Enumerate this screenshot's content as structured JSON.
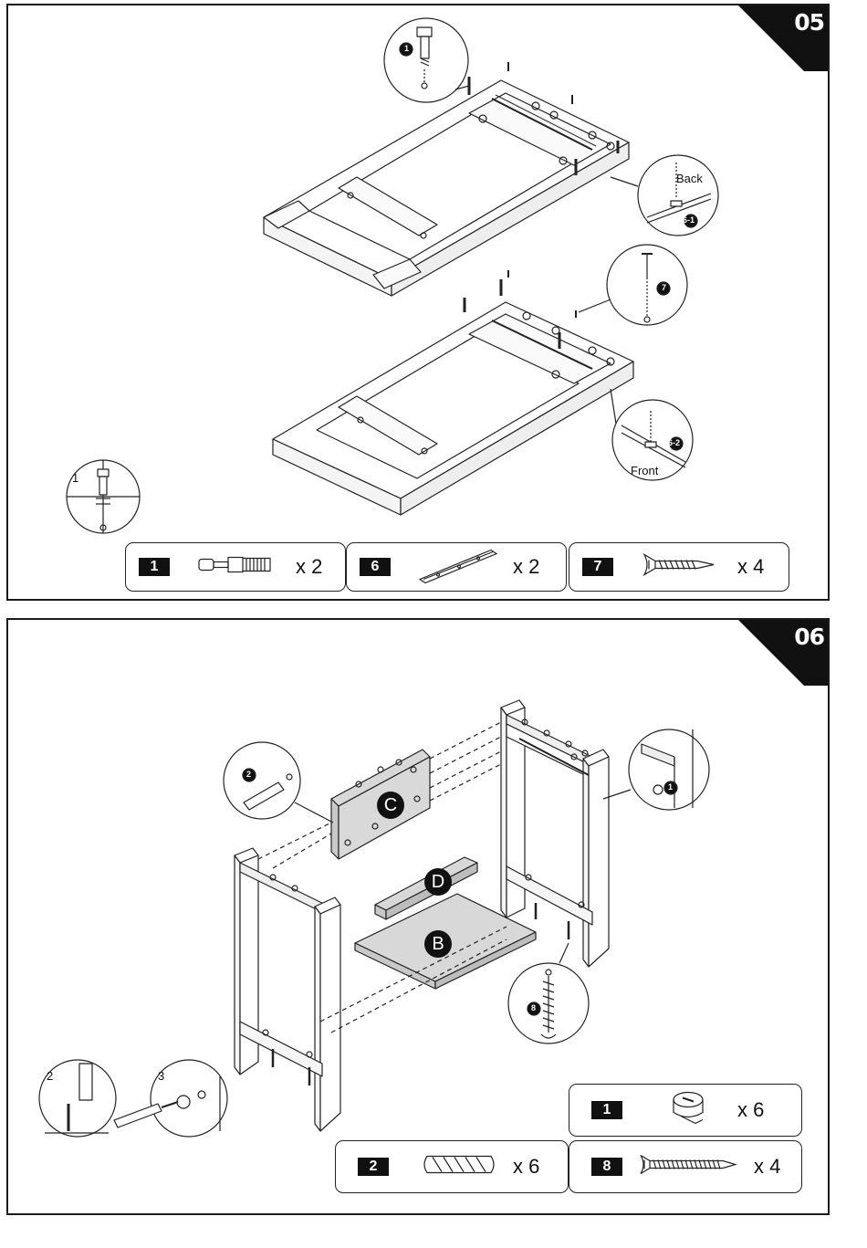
{
  "steps": [
    {
      "number": "05",
      "callouts": {
        "back": "Back",
        "front": "Front",
        "sub1": "1",
        "sub61": "6-1",
        "sub62": "6-2",
        "tag1": "1",
        "tag7": "7"
      },
      "parts": [
        {
          "id": "1",
          "icon": "cam-bolt-icon",
          "qty": "x 2"
        },
        {
          "id": "6",
          "icon": "metal-bracket-icon",
          "qty": "x 2"
        },
        {
          "id": "7",
          "icon": "wood-screw-icon",
          "qty": "x 4"
        }
      ]
    },
    {
      "number": "06",
      "labels": {
        "panel_c": "C",
        "panel_d": "D",
        "panel_b": "B",
        "sub2": "2",
        "sub3": "3",
        "tag1": "1",
        "tag2": "2",
        "tag8": "8"
      },
      "parts": [
        {
          "id": "1",
          "icon": "cam-lock-icon",
          "qty": "x 6"
        },
        {
          "id": "2",
          "icon": "wooden-dowel-icon",
          "qty": "x 6"
        },
        {
          "id": "8",
          "icon": "long-screw-icon",
          "qty": "x 4"
        }
      ]
    }
  ]
}
